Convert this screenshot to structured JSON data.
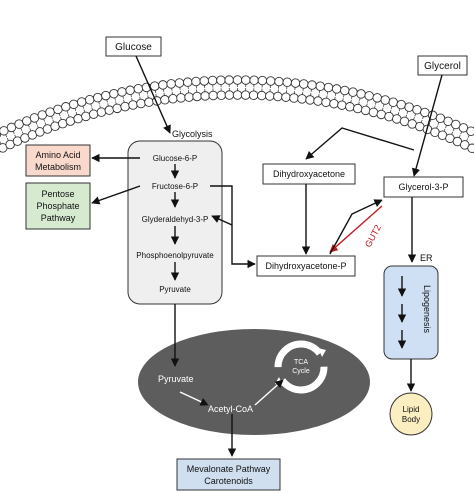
{
  "colors": {
    "amino_box": "#f8d9cc",
    "pentose_box": "#d6ead0",
    "glycolysis_box": "#efefef",
    "er_box": "#cfe0f5",
    "lipid_body": "#fbeec0",
    "mevalonate_box": "#d0dff0",
    "ellipse": "#5d5d5d",
    "membrane_head": "#ffffff",
    "gut2_arrow": "#c4161c"
  },
  "labels": {
    "glucose": "Glucose",
    "glycerol": "Glycerol",
    "glycolysis": "Glycolysis",
    "glucose6p": "Glucose-6-P",
    "fructose6p": "Fructose-6-P",
    "glyceraldehyde3p": "Glyderaldehyd-3-P",
    "phosphoenolpyruvate": "Phosphoenolpyruvate",
    "pyruvate": "Pyruvate",
    "amino_acid_line1": "Amino Acid",
    "amino_acid_line2": "Metabolism",
    "pentose_line1": "Pentose",
    "pentose_line2": "Phosphate",
    "pentose_line3": "Pathway",
    "dihydroxyacetone": "Dihydroxyacetone",
    "dihydroxyacetone_p": "Dihydroxyacetone-P",
    "glycerol3p": "Glycerol-3-P",
    "gut2": "GUT2",
    "er": "ER",
    "lipogenesis": "Lipogenesis",
    "lipid_line1": "Lipid",
    "lipid_line2": "Body",
    "mito_pyruvate": "Pyruvate",
    "acetyl_coa": "Acetyl-CoA",
    "tca_line1": "TCA",
    "tca_line2": "Cycle",
    "mevalonate_line1": "Mevalonate Pathway",
    "mevalonate_line2": "Carotenoids"
  }
}
